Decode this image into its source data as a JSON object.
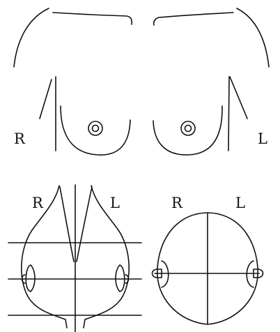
{
  "labels": {
    "top_left": "R",
    "top_right": "L",
    "bottom_left_R": "R",
    "bottom_left_L": "L",
    "bottom_right_R": "R",
    "bottom_right_L": "L"
  },
  "colors": {
    "stroke": "#111111",
    "background": "#ffffff"
  }
}
